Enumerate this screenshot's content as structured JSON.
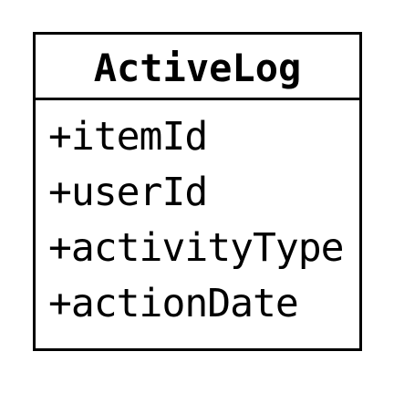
{
  "class": {
    "name": "ActiveLog",
    "attributes": [
      "+itemId",
      "+userId",
      "+activityType",
      "+actionDate"
    ]
  },
  "colors": {
    "border": "#000000",
    "background": "#ffffff",
    "text": "#000000"
  }
}
